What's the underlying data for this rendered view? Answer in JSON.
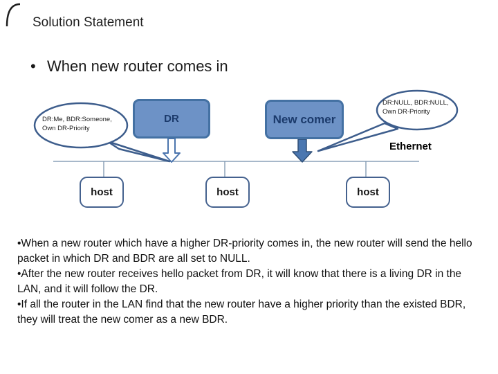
{
  "slide": {
    "title": "Solution Statement",
    "bullet_char": "•",
    "bullet": "When new router comes in"
  },
  "diagram": {
    "dr_box_label": "DR",
    "new_comer_label": "New comer",
    "ethernet_label": "Ethernet",
    "callout_left": {
      "line1": "DR:Me, BDR:Someone,",
      "line2": "Own DR-Priority"
    },
    "callout_right": {
      "line1": "DR:NULL, BDR:NULL,",
      "line2": "Own DR-Priority"
    },
    "hosts": [
      {
        "label": "host"
      },
      {
        "label": "host"
      },
      {
        "label": "host"
      }
    ]
  },
  "body": {
    "paragraphs": [
      "•When a new router which have a higher DR-priority comes in, the new router will send the hello packet in which DR and BDR are all set to NULL.",
      "•After the new router receives hello packet from DR, it will know that there is a living DR in the LAN, and it will follow the DR.",
      "•If all the router in the LAN find that the new router have a higher priority than the existed BDR, they will treat the new comer as a new BDR."
    ]
  },
  "colors": {
    "node_fill": "#6d92c6",
    "node_border": "#4471a3",
    "node_text": "#1b3a6b",
    "host_border": "#44618e",
    "callout_stroke": "#3d5d8c",
    "ethernet_line": "#8aa0b8",
    "solid_arrow_fill": "#4b77b0"
  }
}
